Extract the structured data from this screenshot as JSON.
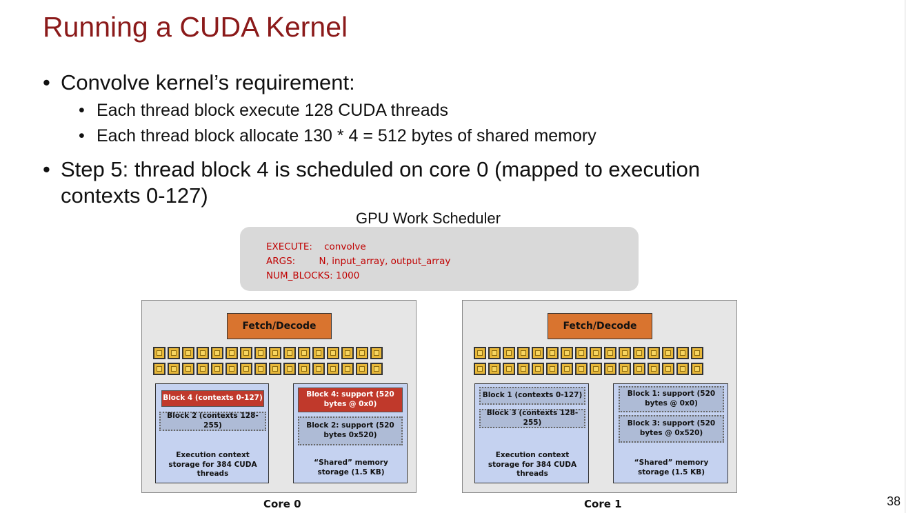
{
  "slide": {
    "title": "Running a CUDA Kernel",
    "page_number": "38",
    "bullets": {
      "b1": "Convolve kernel’s requirement:",
      "b1_sub1": "Each thread block execute 128 CUDA threads",
      "b1_sub2": "Each thread block allocate 130 * 4 = 512 bytes of shared memory",
      "b2_line1": "Step 5: thread block 4 is scheduled on core 0 (mapped to execution",
      "b2_line2": "contexts 0-127)",
      "bullet_glyph": "•"
    }
  },
  "scheduler": {
    "title": "GPU Work Scheduler",
    "execute_label": "EXECUTE:",
    "execute_value": "convolve",
    "args_label": "ARGS:",
    "args_value": "N, input_array, output_array",
    "num_blocks_label": "NUM_BLOCKS:",
    "num_blocks_value": "1000"
  },
  "cores": [
    {
      "label": "Core 0",
      "fetch_decode": "Fetch/Decode",
      "exec_blocks": [
        {
          "text": "Block 4 (contexts 0-127)",
          "active": true
        },
        {
          "text": "Block 2 (contexts 128-255)",
          "active": false
        }
      ],
      "exec_caption": "Execution context storage for 384 CUDA threads",
      "shared_blocks": [
        {
          "text": "Block 4: support (520 bytes @ 0x0)",
          "active": true
        },
        {
          "text": "Block 2: support (520 bytes 0x520)",
          "active": false
        }
      ],
      "shared_caption": "“Shared” memory storage (1.5 KB)"
    },
    {
      "label": "Core 1",
      "fetch_decode": "Fetch/Decode",
      "exec_blocks": [
        {
          "text": "Block 1 (contexts 0-127)",
          "active": false
        },
        {
          "text": "Block 3 (contexts 128-255)",
          "active": false
        }
      ],
      "exec_caption": "Execution context storage for 384 CUDA threads",
      "shared_blocks": [
        {
          "text": "Block 1: support (520 bytes @ 0x0)",
          "active": false
        },
        {
          "text": "Block 3: support (520 bytes @ 0x520)",
          "active": false
        }
      ],
      "shared_caption": "“Shared” memory storage (1.5 KB)"
    }
  ],
  "colors": {
    "title": "#8b1a1a",
    "scheduler_text": "#c00000",
    "active_block": "#c0392b",
    "idle_block": "#aebbd6",
    "panel": "#c5d2f0",
    "fetch_decode": "#d9742f",
    "alu": "#e8b83a"
  },
  "alu_count_per_row": 16,
  "alu_rows_per_core": 2
}
